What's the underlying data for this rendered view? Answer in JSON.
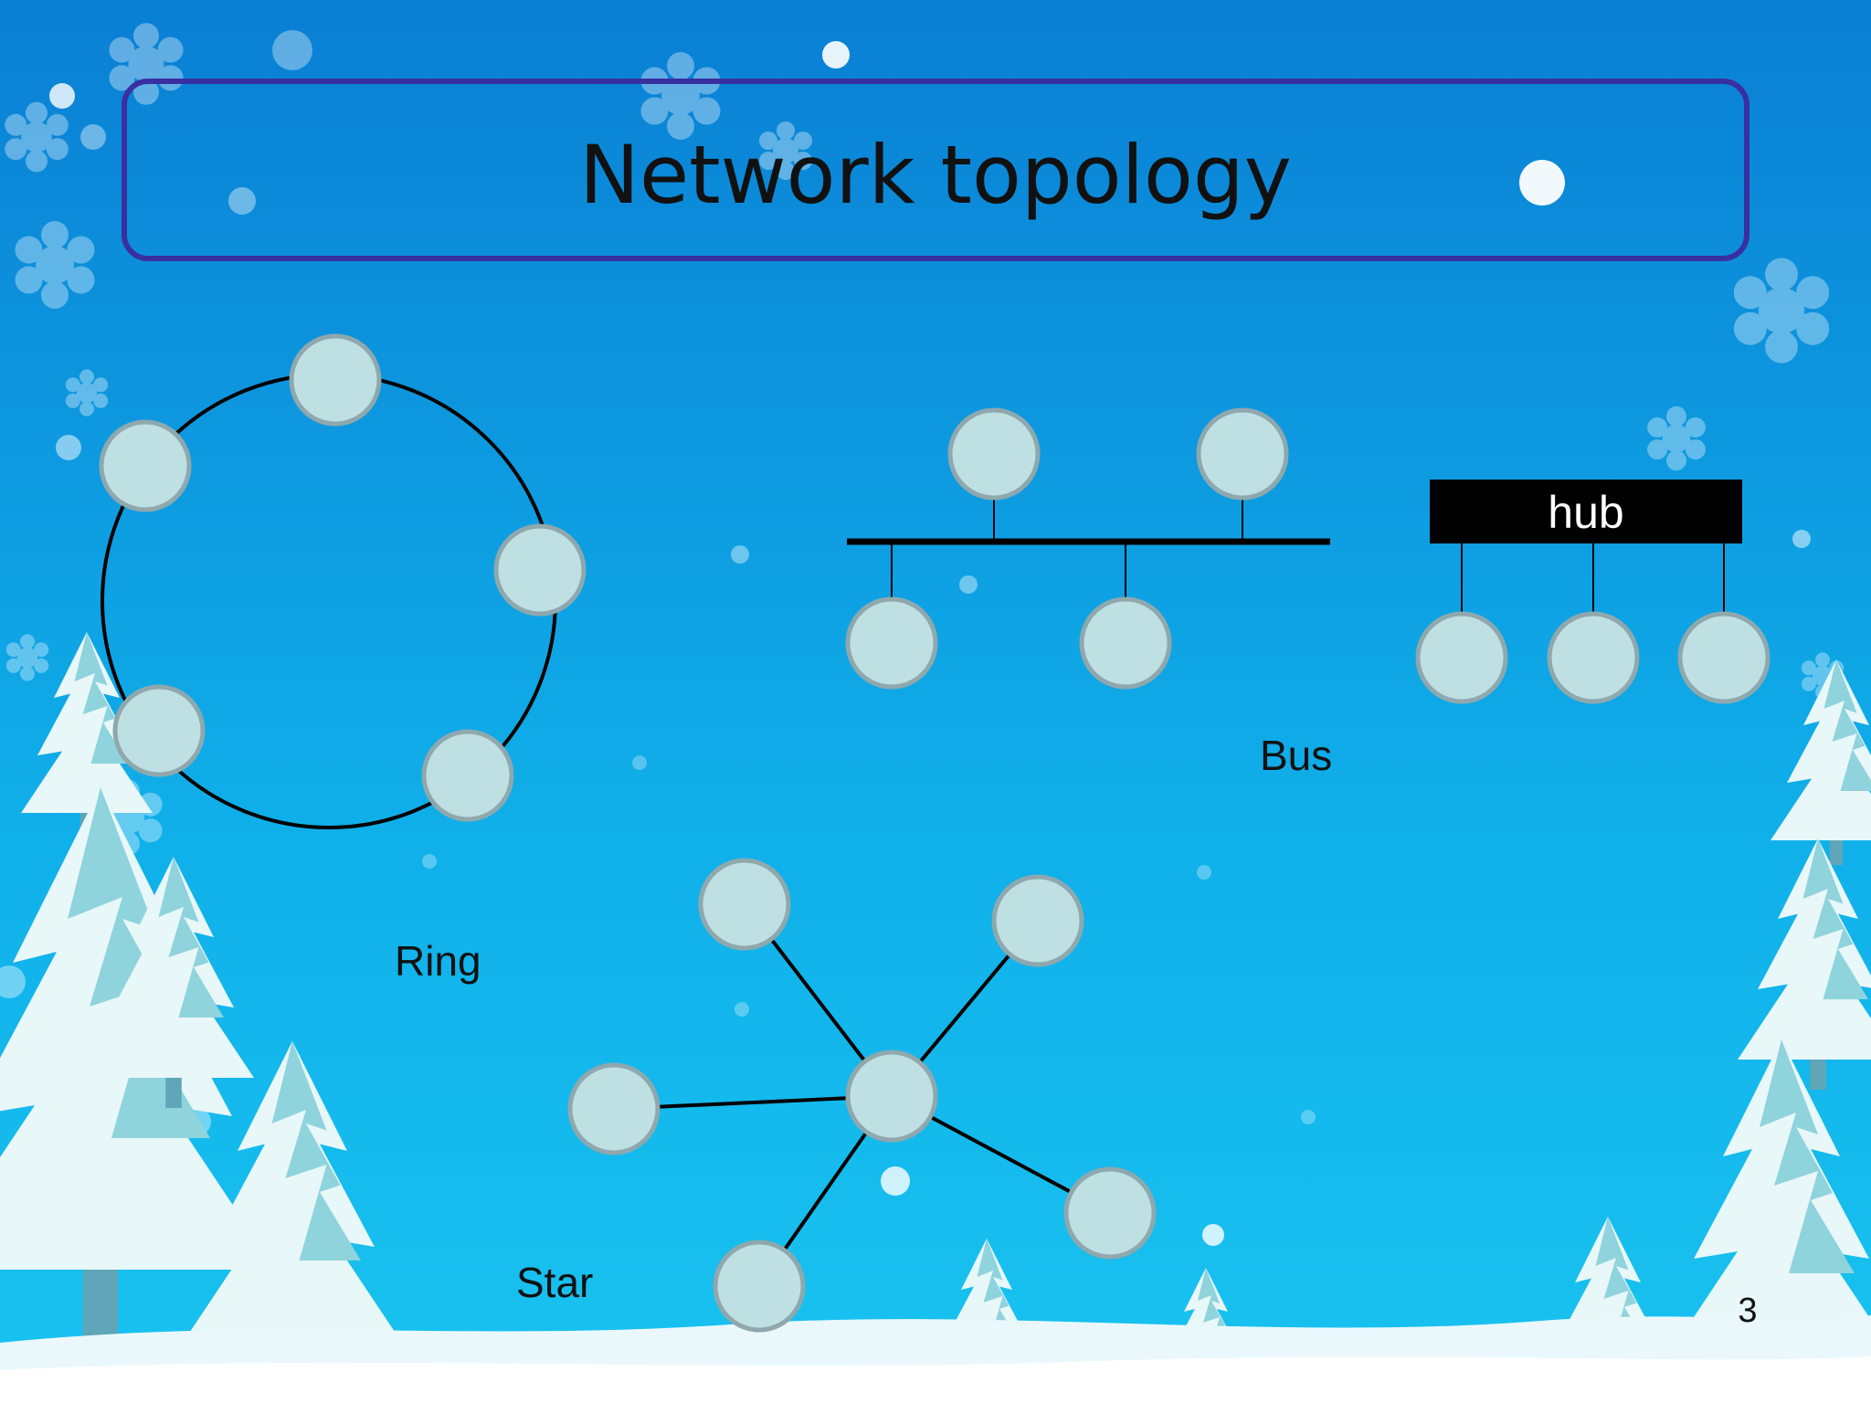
{
  "slide": {
    "title": "Network topology",
    "page_number": "3"
  },
  "labels": {
    "ring": "Ring",
    "bus": "Bus",
    "star": "Star",
    "hub": "hub"
  },
  "colors": {
    "background_top": "#0a7fd4",
    "background_bottom": "#19c3f0",
    "title_border": "#3a2fa0",
    "node_fill": "#bfe0e3",
    "node_stroke": "#8fa8ad",
    "link": "#000000",
    "hub_fill": "#000000",
    "hub_text": "#ffffff",
    "snow": "#ffffff"
  }
}
